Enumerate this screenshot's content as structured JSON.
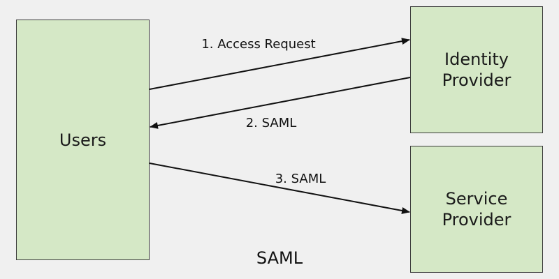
{
  "nodes": {
    "users": {
      "label": "Users"
    },
    "identity_provider": {
      "label": "Identity\nProvider"
    },
    "service_provider": {
      "label": "Service\nProvider"
    }
  },
  "edges": {
    "access_request": {
      "label": "1. Access Request",
      "from": "Users",
      "to": "Identity Provider"
    },
    "saml_response": {
      "label": "2. SAML",
      "from": "Identity Provider",
      "to": "Users"
    },
    "saml_assertion": {
      "label": "3. SAML",
      "from": "Users",
      "to": "Service Provider"
    }
  },
  "caption": "SAML",
  "colors": {
    "background": "#f0f0f0",
    "node_fill": "#d5e8c6",
    "node_border": "#3a3a3a",
    "arrow": "#111111"
  }
}
